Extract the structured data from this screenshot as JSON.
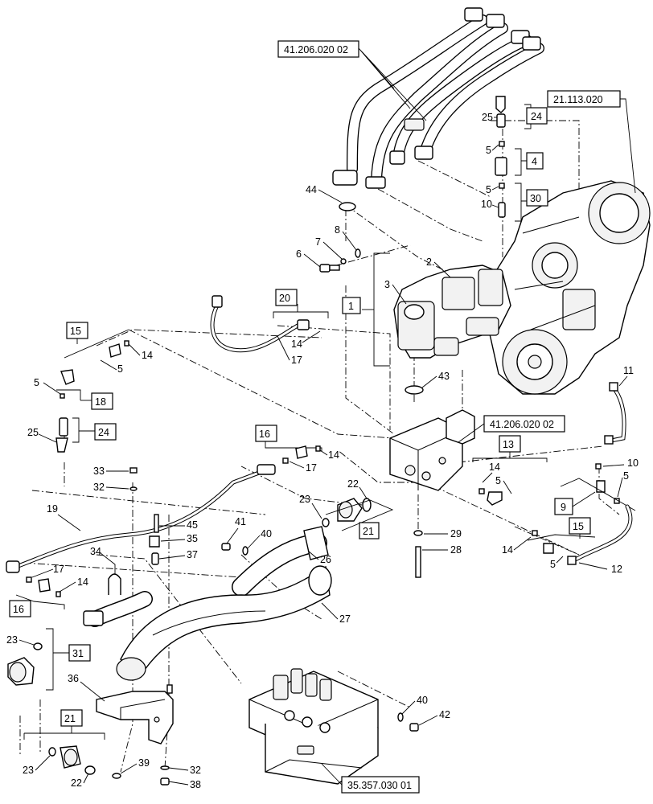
{
  "refs": {
    "hoses_top": "41.206.020 02",
    "transmission": "21.113.020",
    "manifold": "41.206.020 02",
    "valve": "35.357.030 01"
  },
  "boxed": {
    "b1": "1",
    "b4": "4",
    "b9": "9",
    "b13": "13",
    "b15a": "15",
    "b15b": "15",
    "b16a": "16",
    "b16b": "16",
    "b18": "18",
    "b20": "20",
    "b21a": "21",
    "b21b": "21",
    "b24a": "24",
    "b24b": "24",
    "b30": "30",
    "b31": "31"
  },
  "callouts": {
    "c2": "2",
    "c3": "3",
    "c5a": "5",
    "c5b": "5",
    "c5c": "5",
    "c5d": "5",
    "c5e": "5",
    "c5f": "5",
    "c5g": "5",
    "c6": "6",
    "c7": "7",
    "c8": "8",
    "c10a": "10",
    "c10b": "10",
    "c11": "11",
    "c12": "12",
    "c14a": "14",
    "c14b": "14",
    "c14c": "14",
    "c14d": "14",
    "c14e": "14",
    "c14f": "14",
    "c17a": "17",
    "c17b": "17",
    "c17c": "17",
    "c19": "19",
    "c22a": "22",
    "c22b": "22",
    "c23a": "23",
    "c23b": "23",
    "c23c": "23",
    "c25a": "25",
    "c25b": "25",
    "c26": "26",
    "c27": "27",
    "c28": "28",
    "c29": "29",
    "c32a": "32",
    "c32b": "32",
    "c33": "33",
    "c34": "34",
    "c35": "35",
    "c36": "36",
    "c37": "37",
    "c38": "38",
    "c39": "39",
    "c40a": "40",
    "c40b": "40",
    "c41": "41",
    "c42": "42",
    "c43": "43",
    "c44": "44",
    "c45": "45"
  }
}
